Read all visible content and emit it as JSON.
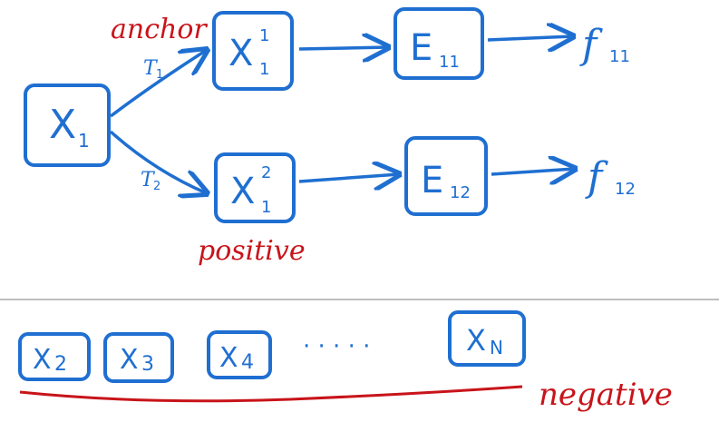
{
  "colors": {
    "ink_blue": "#1f6fd1",
    "ink_red": "#c8141a",
    "divider": "#bdbdbd"
  },
  "top": {
    "input_node": {
      "label": "X",
      "sub": "1"
    },
    "view_1": {
      "node_label": "X",
      "sup": "1",
      "sub": "1",
      "role_label": "anchor",
      "transform_label": "T",
      "transform_sub": "1"
    },
    "view_2": {
      "node_label": "X",
      "sup": "2",
      "sub": "1",
      "role_label": "positive",
      "transform_label": "T",
      "transform_sub": "2"
    },
    "encoder_1": {
      "label": "E",
      "sub": "11"
    },
    "encoder_2": {
      "label": "E",
      "sub": "12"
    },
    "feature_1": {
      "label": "f",
      "sub": "11"
    },
    "feature_2": {
      "label": "f",
      "sub": "12"
    }
  },
  "bottom": {
    "negatives": [
      {
        "label": "X",
        "sub": "2"
      },
      {
        "label": "X",
        "sub": "3"
      },
      {
        "label": "X",
        "sub": "4"
      },
      {
        "label": "X",
        "sub": "N"
      }
    ],
    "ellipsis": "· · · · ·",
    "group_label": "negative"
  }
}
